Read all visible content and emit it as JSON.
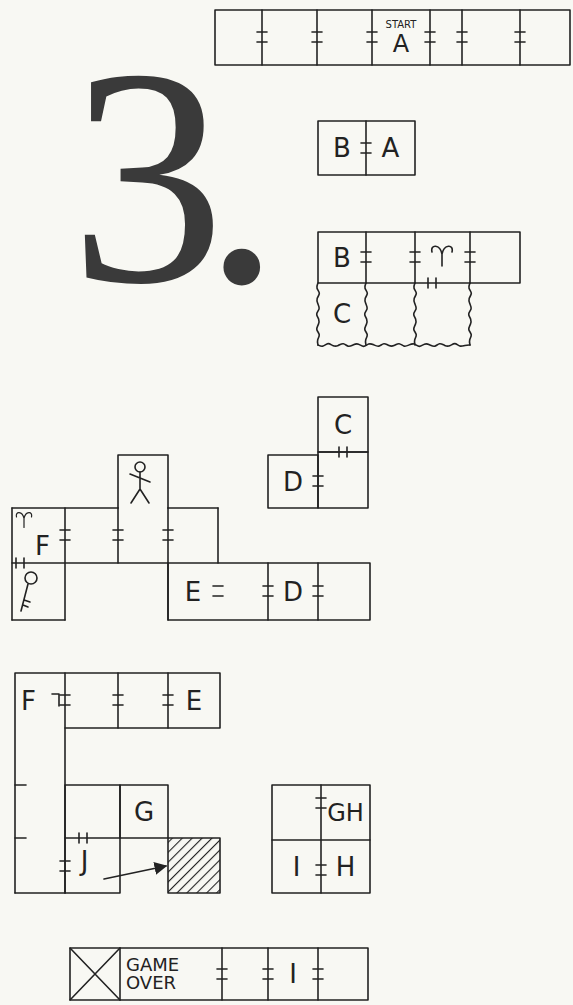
{
  "diagram": {
    "nodes": [
      {
        "text": [
          "START",
          "A"
        ]
      },
      {
        "text": [
          "B"
        ]
      },
      {
        "text": [
          "A"
        ]
      },
      {
        "text": [
          "B"
        ]
      },
      {
        "text": [
          "C"
        ]
      },
      {
        "text": [
          "C"
        ]
      },
      {
        "text": [
          "D"
        ]
      },
      {
        "text": [
          "F"
        ]
      },
      {
        "text": [
          "E"
        ]
      },
      {
        "text": [
          "D"
        ]
      },
      {
        "text": [
          "F"
        ]
      },
      {
        "text": [
          "E"
        ]
      },
      {
        "text": [
          "G"
        ]
      },
      {
        "text": [
          "J"
        ]
      },
      {
        "text": [
          "GH"
        ]
      },
      {
        "text": [
          "I"
        ]
      },
      {
        "text": [
          "H"
        ]
      },
      {
        "text": [
          "GAME OVER"
        ]
      },
      {
        "text": [
          "I"
        ]
      }
    ],
    "labels": [
      "3."
    ]
  }
}
